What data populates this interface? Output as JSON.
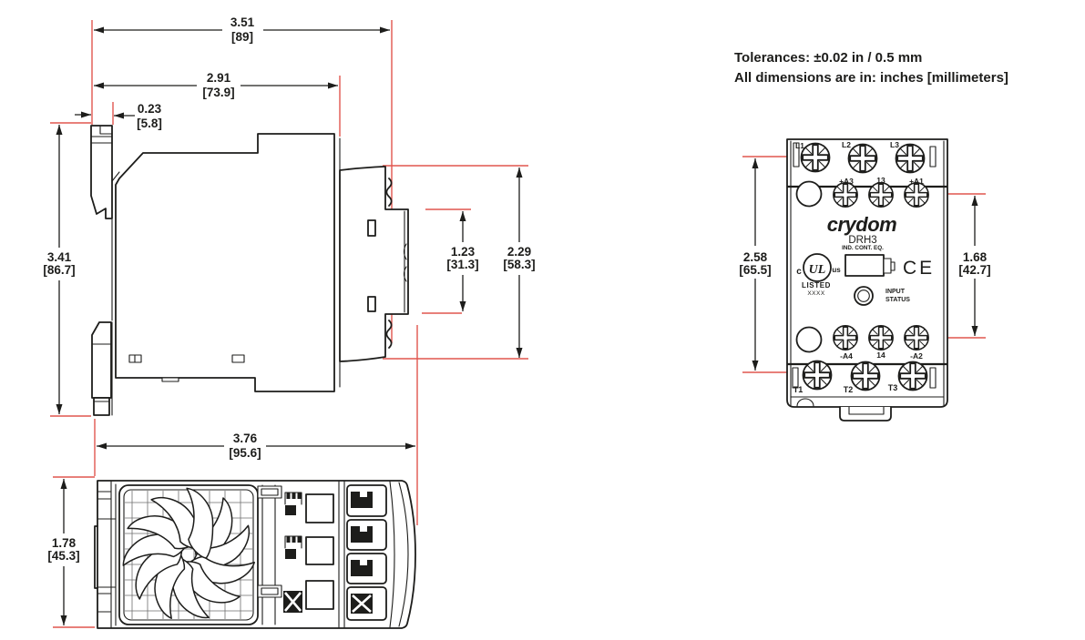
{
  "notes": {
    "tolerances": "Tolerances: ±0.02 in / 0.5 mm",
    "units": "All dimensions are in: inches [millimeters]"
  },
  "side_view": {
    "dims": {
      "overall_depth": {
        "in": "3.51",
        "mm": "[89]"
      },
      "body_depth": {
        "in": "2.91",
        "mm": "[73.9]"
      },
      "flange_thickness": {
        "in": "0.23",
        "mm": "[5.8]"
      },
      "overall_height": {
        "in": "3.41",
        "mm": "[86.7]"
      },
      "terminal_step_height": {
        "in": "1.23",
        "mm": "[31.3]"
      },
      "terminal_block_height": {
        "in": "2.29",
        "mm": "[58.3]"
      }
    }
  },
  "bottom_view": {
    "dims": {
      "overall_depth": {
        "in": "3.76",
        "mm": "[95.6]"
      },
      "overall_width": {
        "in": "1.78",
        "mm": "[45.3]"
      }
    }
  },
  "front_view": {
    "dims": {
      "line_terminal_pitch": {
        "in": "2.58",
        "mm": "[65.5]"
      },
      "control_terminal_pitch": {
        "in": "1.68",
        "mm": "[42.7]"
      }
    },
    "terminals": {
      "line": [
        "L1",
        "L2",
        "L3"
      ],
      "control_top": [
        "+A3",
        "13",
        "+A1"
      ],
      "control_bottom": [
        "-A4",
        "14",
        "-A2"
      ],
      "load": [
        "T1",
        "T2",
        "T3"
      ]
    },
    "brand": "crydom",
    "model": "DRH3",
    "equipment_type": "IND. CONT. EQ.",
    "ul_mark": {
      "c": "c",
      "ul": "UL",
      "us": "us",
      "listed": "LISTED",
      "file": "XXXX"
    },
    "ce_mark": "CE",
    "indicator": {
      "line1": "INPUT",
      "line2": "STATUS"
    }
  },
  "colors": {
    "line": "#1d1d1b",
    "dimension_red": "#e0564e",
    "background": "#ffffff"
  }
}
